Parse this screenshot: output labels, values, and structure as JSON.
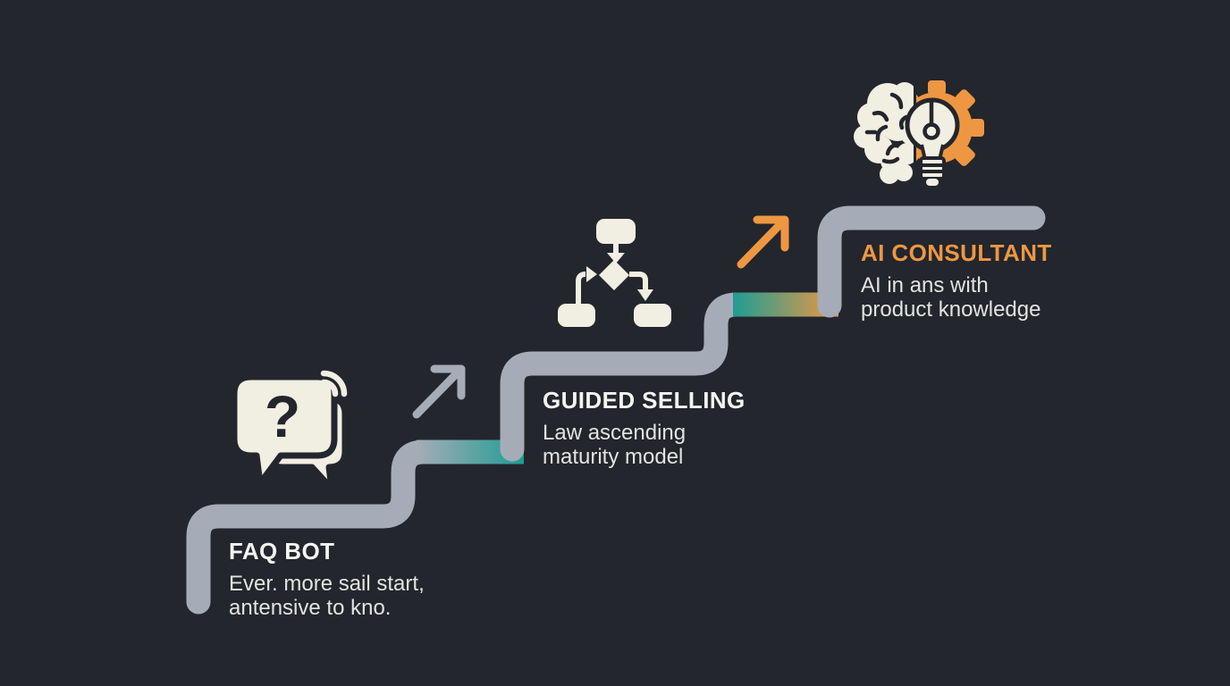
{
  "canvas": {
    "background": "#23262D",
    "path_gray": "#A6ACB7",
    "icon_cream": "#F1EEE2",
    "accent_orange": "#EE9742",
    "accent_teal": "#1E9D92",
    "title_white": "#F4F4F1",
    "subtitle_color": "#E3E3E0",
    "dark_detail": "#23262D",
    "question_mark": "?"
  },
  "icons": {
    "stage1": "chat-question-icon",
    "stage1_extra": "wifi-signal-icon",
    "stage2": "flowchart-icon",
    "stage3": "brain-gear-icon",
    "connector": "arrow-up-right-icon"
  },
  "stages": [
    {
      "title": "FAQ BOT",
      "title_color": "#F4F4F1",
      "subtitle_lines": [
        "Ever. more sail start,",
        "antensive to kno."
      ]
    },
    {
      "title": "GUIDED SELLING",
      "title_color": "#F4F4F1",
      "subtitle_lines": [
        "Law ascending",
        "maturity model"
      ]
    },
    {
      "title": "AI CONSULTANT",
      "title_color": "#EE9742",
      "subtitle_lines": [
        "AI in ans with",
        "product knowledge"
      ]
    }
  ]
}
